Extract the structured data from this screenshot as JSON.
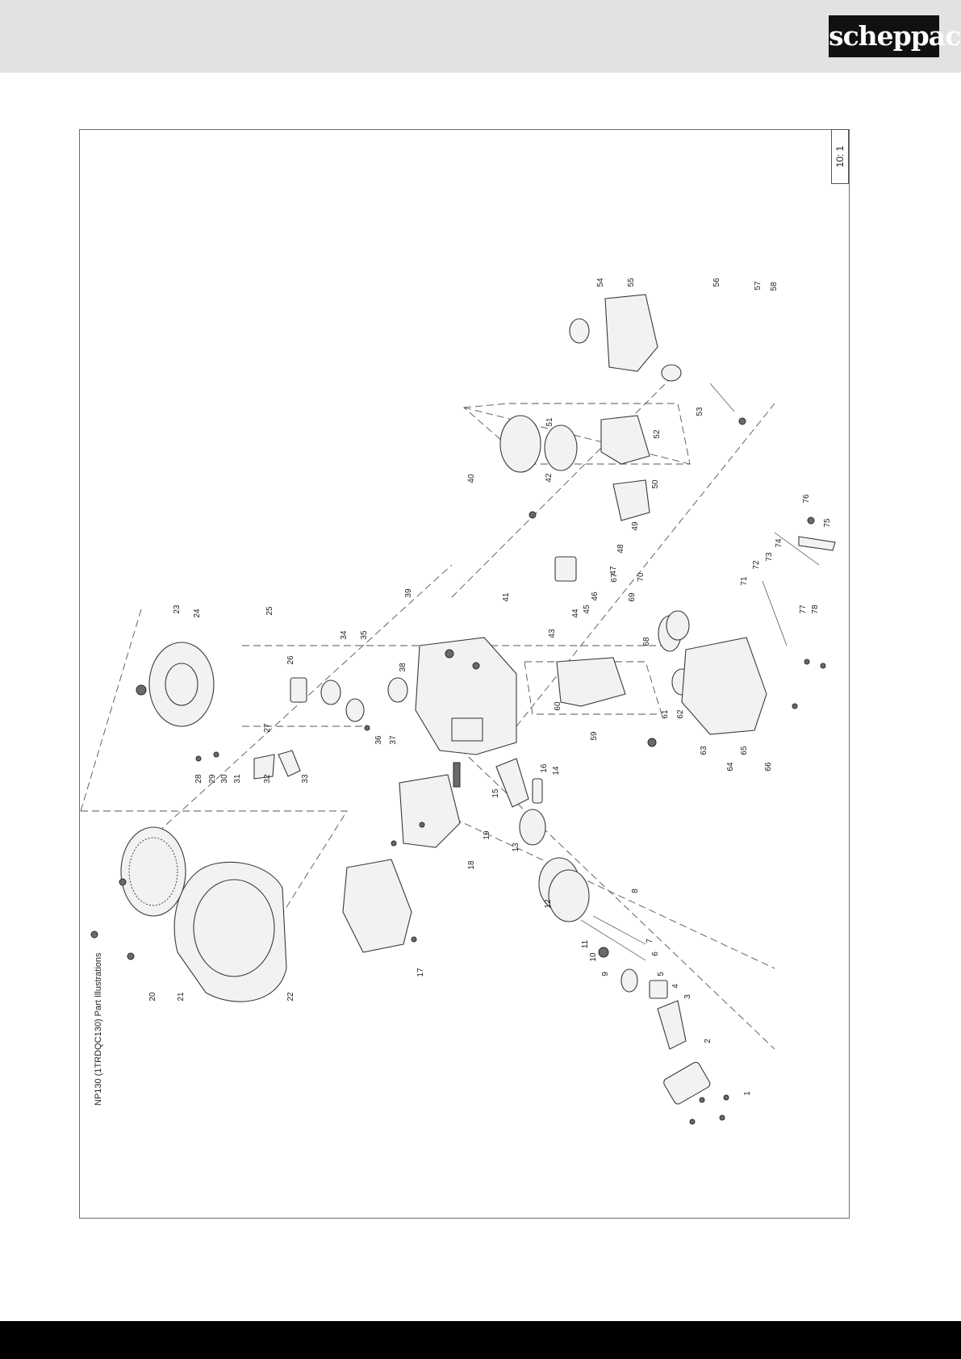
{
  "header": {
    "brand": "scheppach"
  },
  "figure": {
    "title": "NP130 (1TRDQC130)  Part Illustrations",
    "scale": "10: 1"
  },
  "callouts": [
    "1",
    "2",
    "3",
    "4",
    "5",
    "6",
    "7",
    "8",
    "9",
    "10",
    "11",
    "12",
    "13",
    "14",
    "15",
    "16",
    "17",
    "18",
    "19",
    "20",
    "21",
    "22",
    "23",
    "24",
    "25",
    "26",
    "27",
    "28",
    "29",
    "30",
    "31",
    "32",
    "33",
    "34",
    "35",
    "36",
    "37",
    "38",
    "39",
    "40",
    "41",
    "42",
    "43",
    "44",
    "45",
    "46",
    "47",
    "48",
    "49",
    "50",
    "51",
    "52",
    "53",
    "54",
    "55",
    "56",
    "57",
    "58",
    "59",
    "60",
    "61",
    "62",
    "63",
    "64",
    "65",
    "66",
    "67",
    "68",
    "69",
    "70",
    "71",
    "72",
    "73",
    "74",
    "75",
    "76",
    "77",
    "78"
  ]
}
